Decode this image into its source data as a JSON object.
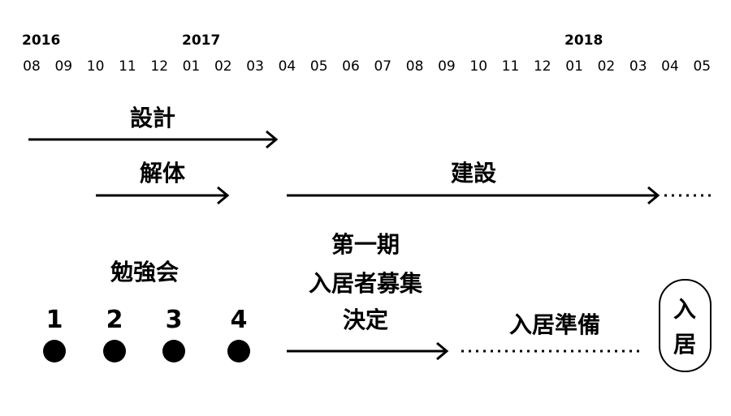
{
  "years": [
    "2016",
    "2017",
    "2018"
  ],
  "months": [
    "08",
    "09",
    "10",
    "11",
    "12",
    "01",
    "02",
    "03",
    "04",
    "05",
    "06",
    "07",
    "08",
    "09",
    "10",
    "11",
    "12",
    "01",
    "02",
    "03",
    "04",
    "05"
  ],
  "phases": {
    "design": "設計",
    "demolition": "解体",
    "construction": "建設",
    "study_sessions": "勉強会",
    "session_numbers": [
      "1",
      "2",
      "3",
      "4"
    ],
    "recruitment": [
      "第一期",
      "入居者募集",
      "決定"
    ],
    "move_in_prep": "入居準備",
    "move_in": [
      "入",
      "居"
    ]
  }
}
